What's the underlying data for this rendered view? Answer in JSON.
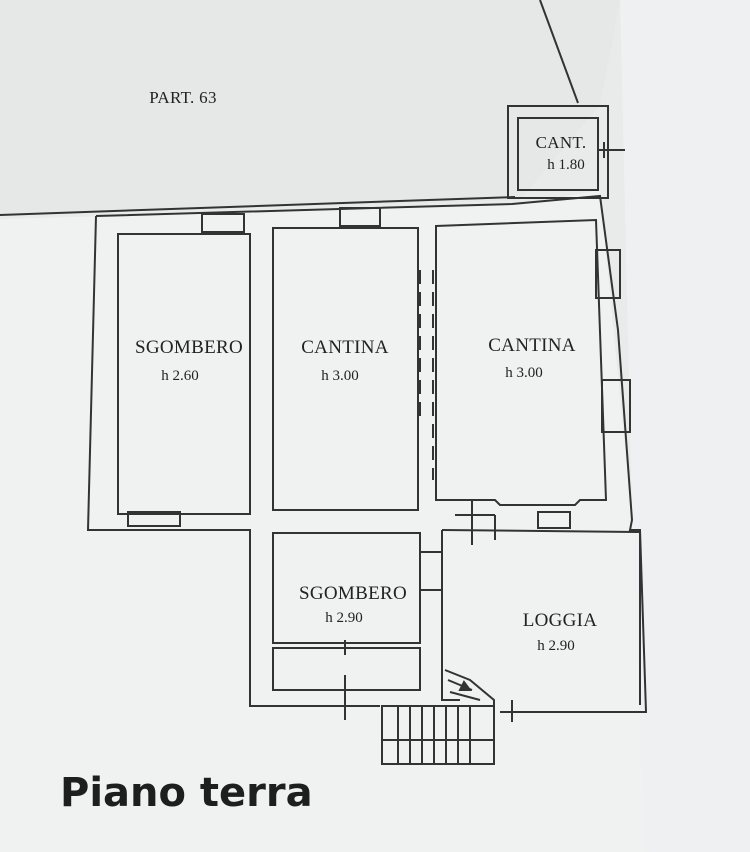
{
  "plot_label": "PART. 63",
  "caption": "Piano terra",
  "rooms": [
    {
      "name": "CANT.",
      "height": "h 1.80"
    },
    {
      "name": "SGOMBERO",
      "height": "h 2.60"
    },
    {
      "name": "CANTINA",
      "height": "h 3.00"
    },
    {
      "name": "CANTINA",
      "height": "h 3.00"
    },
    {
      "name": "SGOMBERO",
      "height": "h 2.90"
    },
    {
      "name": "LOGGIA",
      "height": "h 2.90"
    }
  ],
  "colors": {
    "paper": "#e9eaea",
    "paper_right": "#eef0f1",
    "ink": "#222222"
  }
}
